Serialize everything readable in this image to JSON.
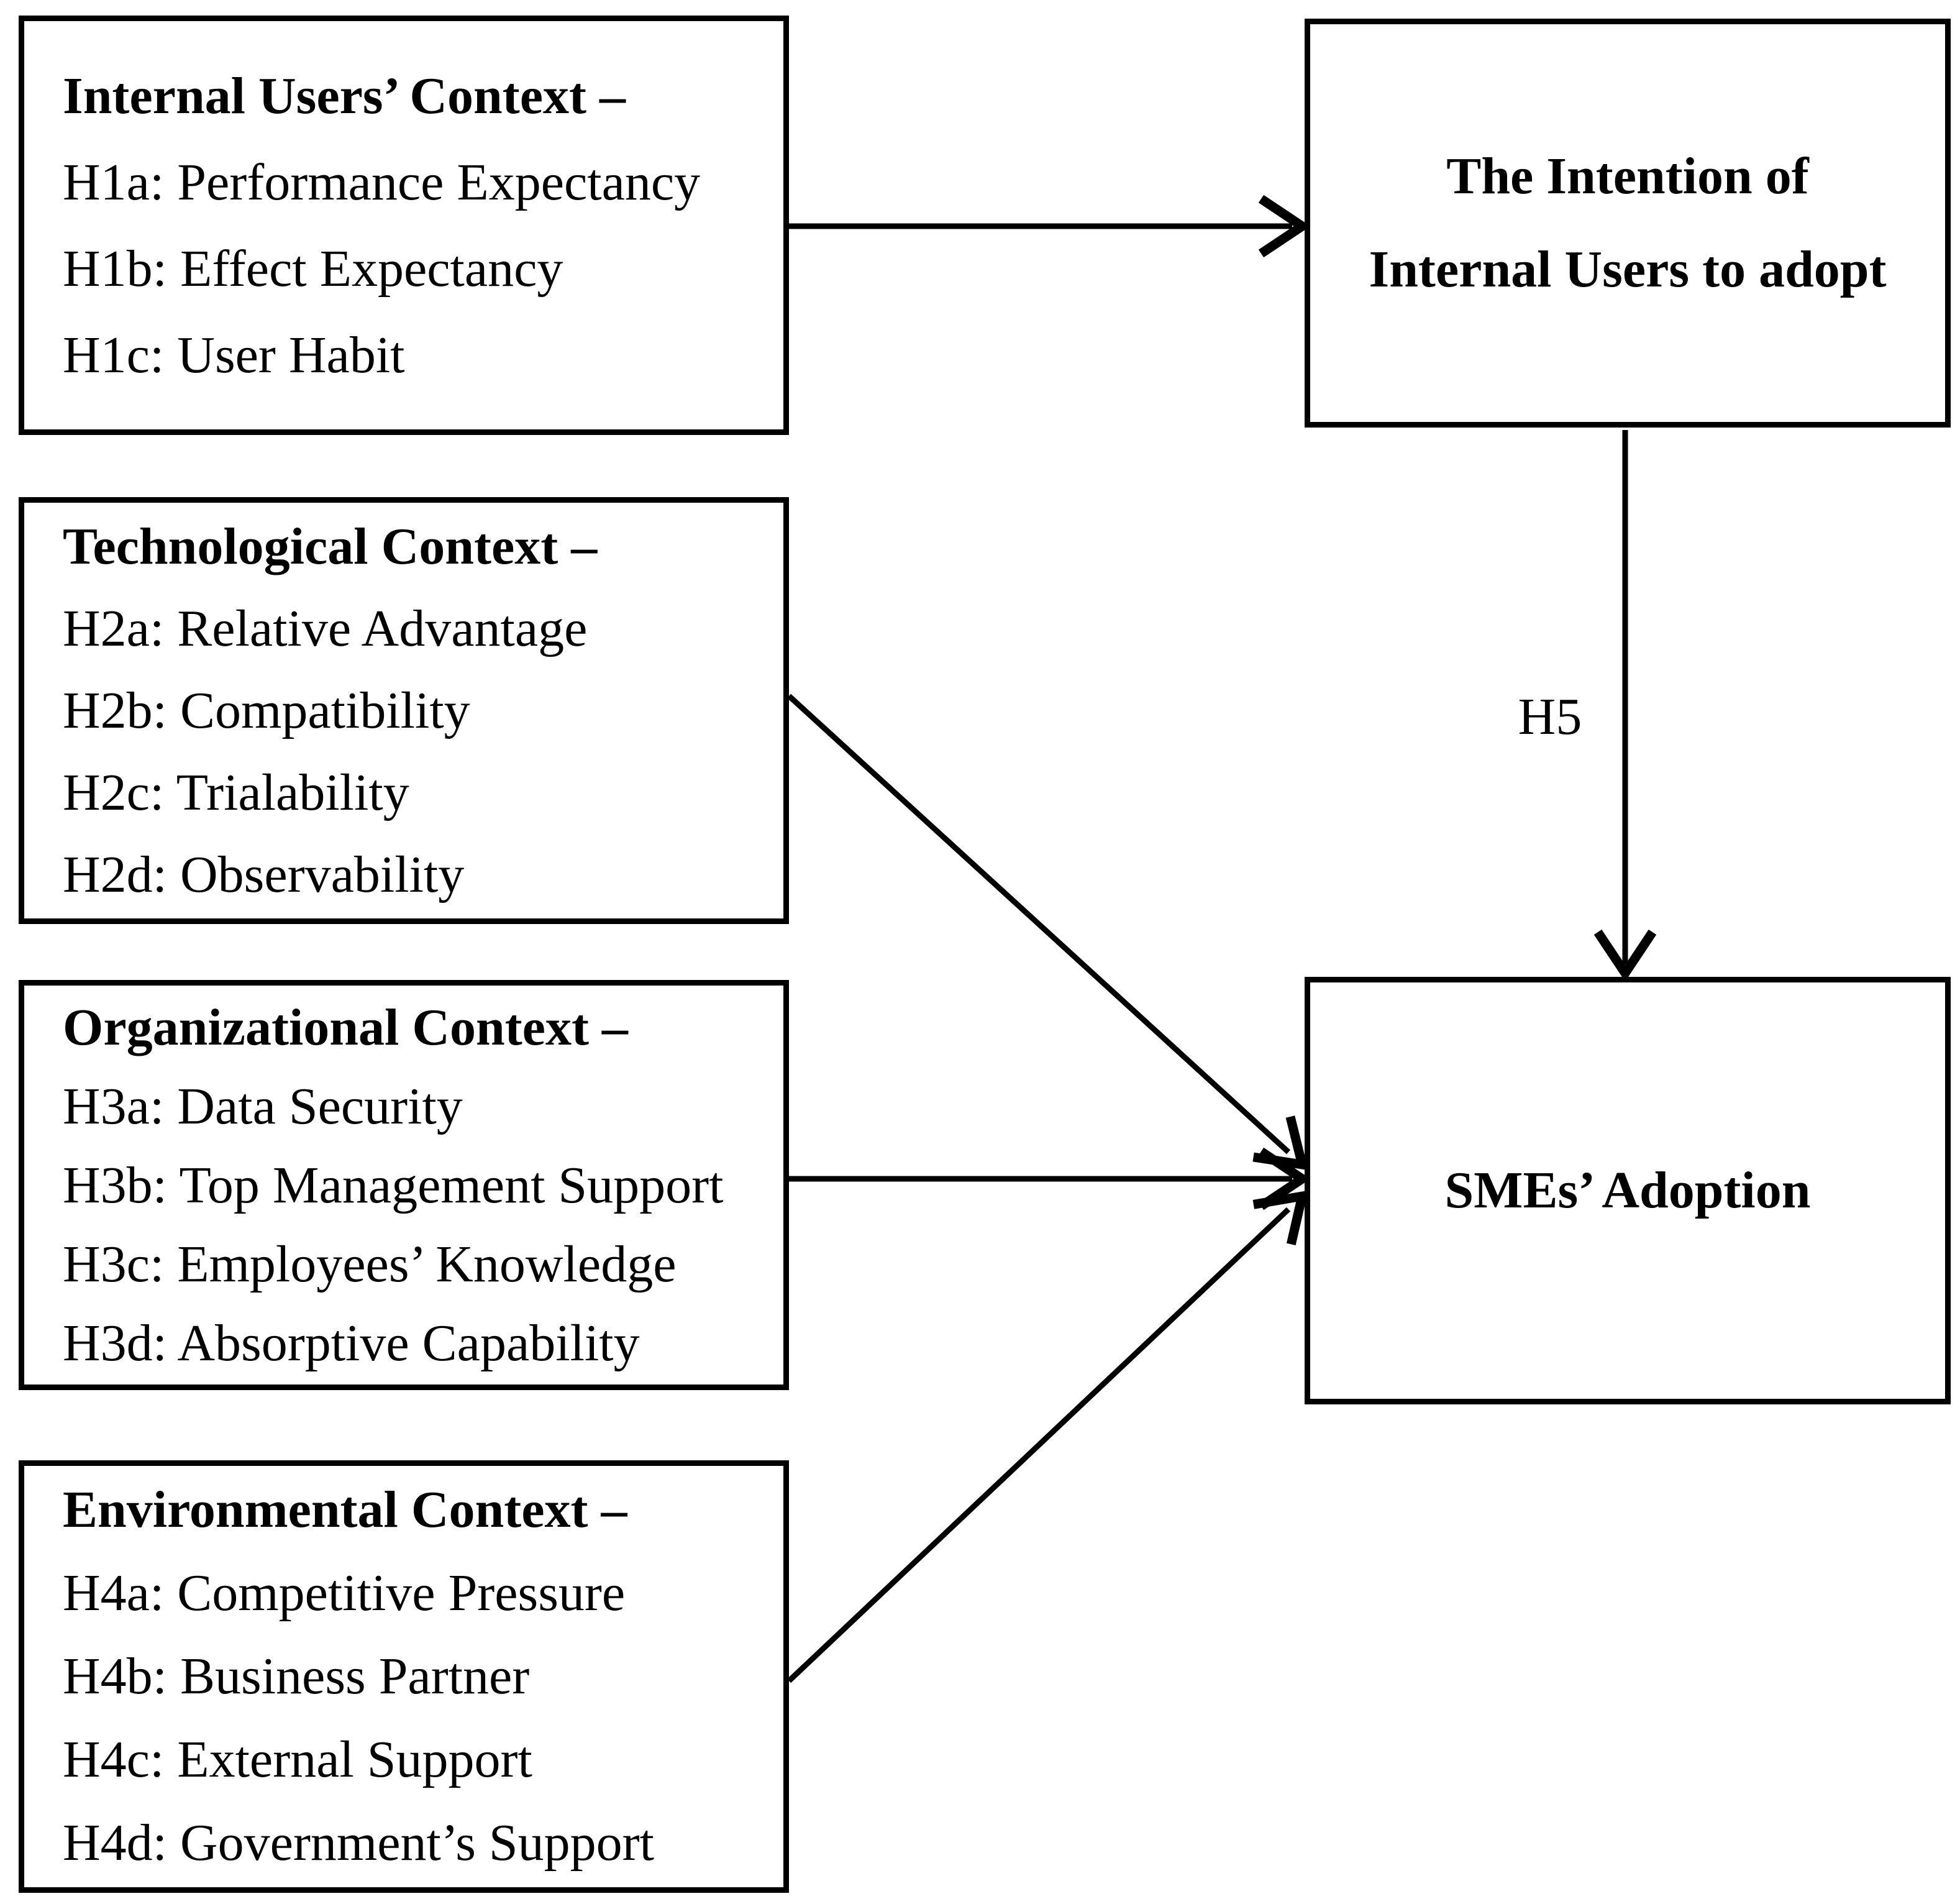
{
  "colors": {
    "ink": "#000000",
    "paper": "#ffffff"
  },
  "boxes": {
    "internal_users": {
      "heading": "Internal Users’ Context –",
      "items": [
        "H1a: Performance Expectancy",
        "H1b: Effect Expectancy",
        "H1c: User Habit"
      ]
    },
    "technological": {
      "heading": "Technological Context –",
      "items": [
        "H2a: Relative Advantage",
        "H2b: Compatibility",
        "H2c: Trialability",
        "H2d: Observability"
      ]
    },
    "organizational": {
      "heading": "Organizational Context –",
      "items": [
        "H3a: Data Security",
        "H3b: Top Management Support",
        "H3c: Employees’ Knowledge",
        "H3d: Absorptive Capability"
      ]
    },
    "environmental": {
      "heading": "Environmental Context –",
      "items": [
        "H4a: Competitive Pressure",
        "H4b: Business Partner",
        "H4c: External Support",
        "H4d: Government’s Support"
      ]
    },
    "intention": {
      "line1": "The Intention of",
      "line2": "Internal Users to adopt"
    },
    "smes": {
      "label": "SMEs’ Adoption"
    }
  },
  "labels": {
    "h5": "H5"
  }
}
